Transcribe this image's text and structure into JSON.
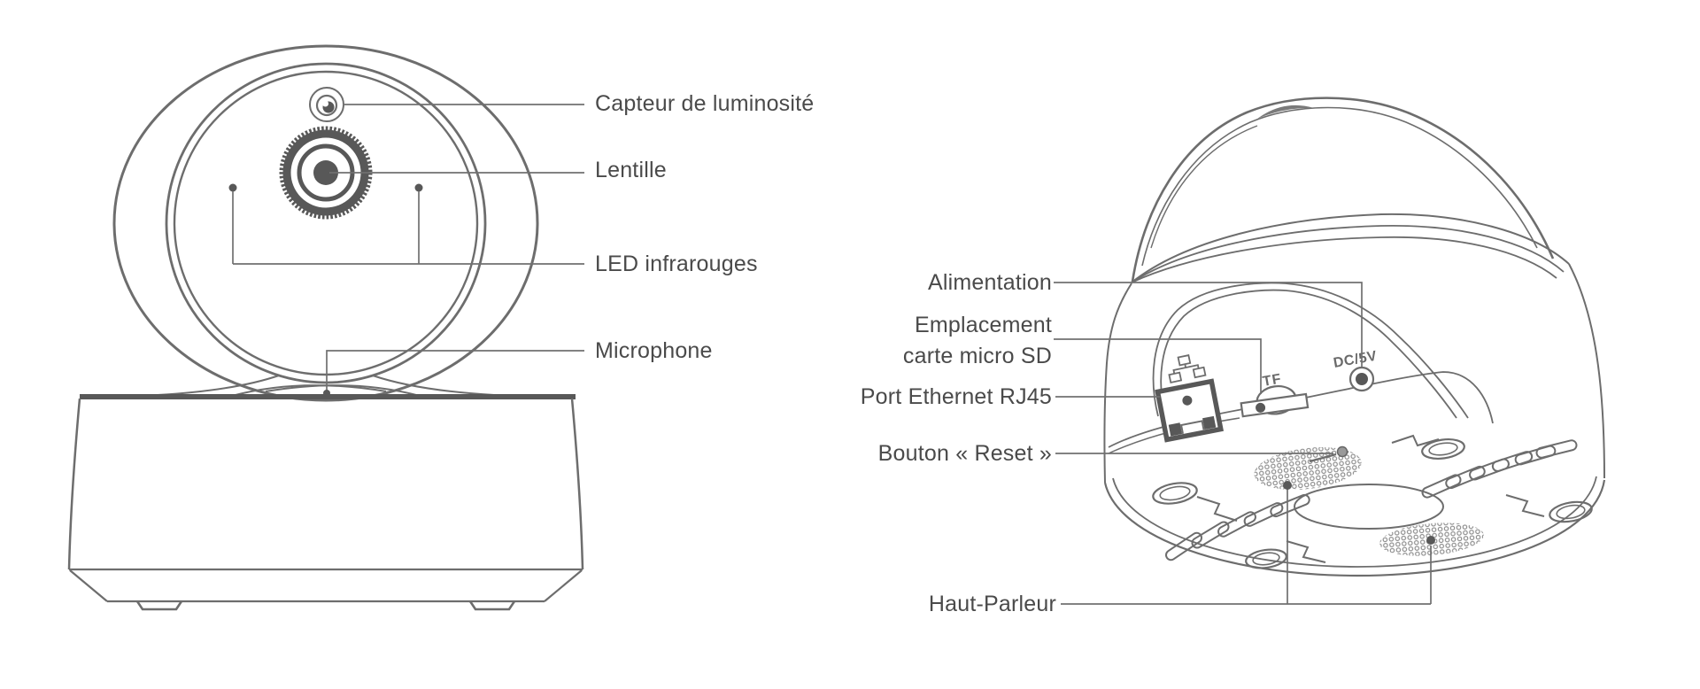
{
  "diagram": {
    "background": "#ffffff",
    "line_color": "#6d6d6d",
    "dark_color": "#585858",
    "text_color": "#4a4a4a"
  },
  "front_view": {
    "name": "camera-front-view",
    "labels": {
      "light_sensor": "Capteur de luminosité",
      "lens": "Lentille",
      "ir_leds": "LED infrarouges",
      "microphone": "Microphone"
    }
  },
  "rear_view": {
    "name": "camera-bottom-rear-view",
    "labels": {
      "power": "Alimentation",
      "sd_slot_line1": "Emplacement",
      "sd_slot_line2": "carte micro SD",
      "ethernet": "Port Ethernet RJ45",
      "reset": "Bouton « Reset »",
      "speaker": "Haut-Parleur"
    },
    "markings": {
      "tf": "TF",
      "dc": "DC/5V"
    }
  }
}
